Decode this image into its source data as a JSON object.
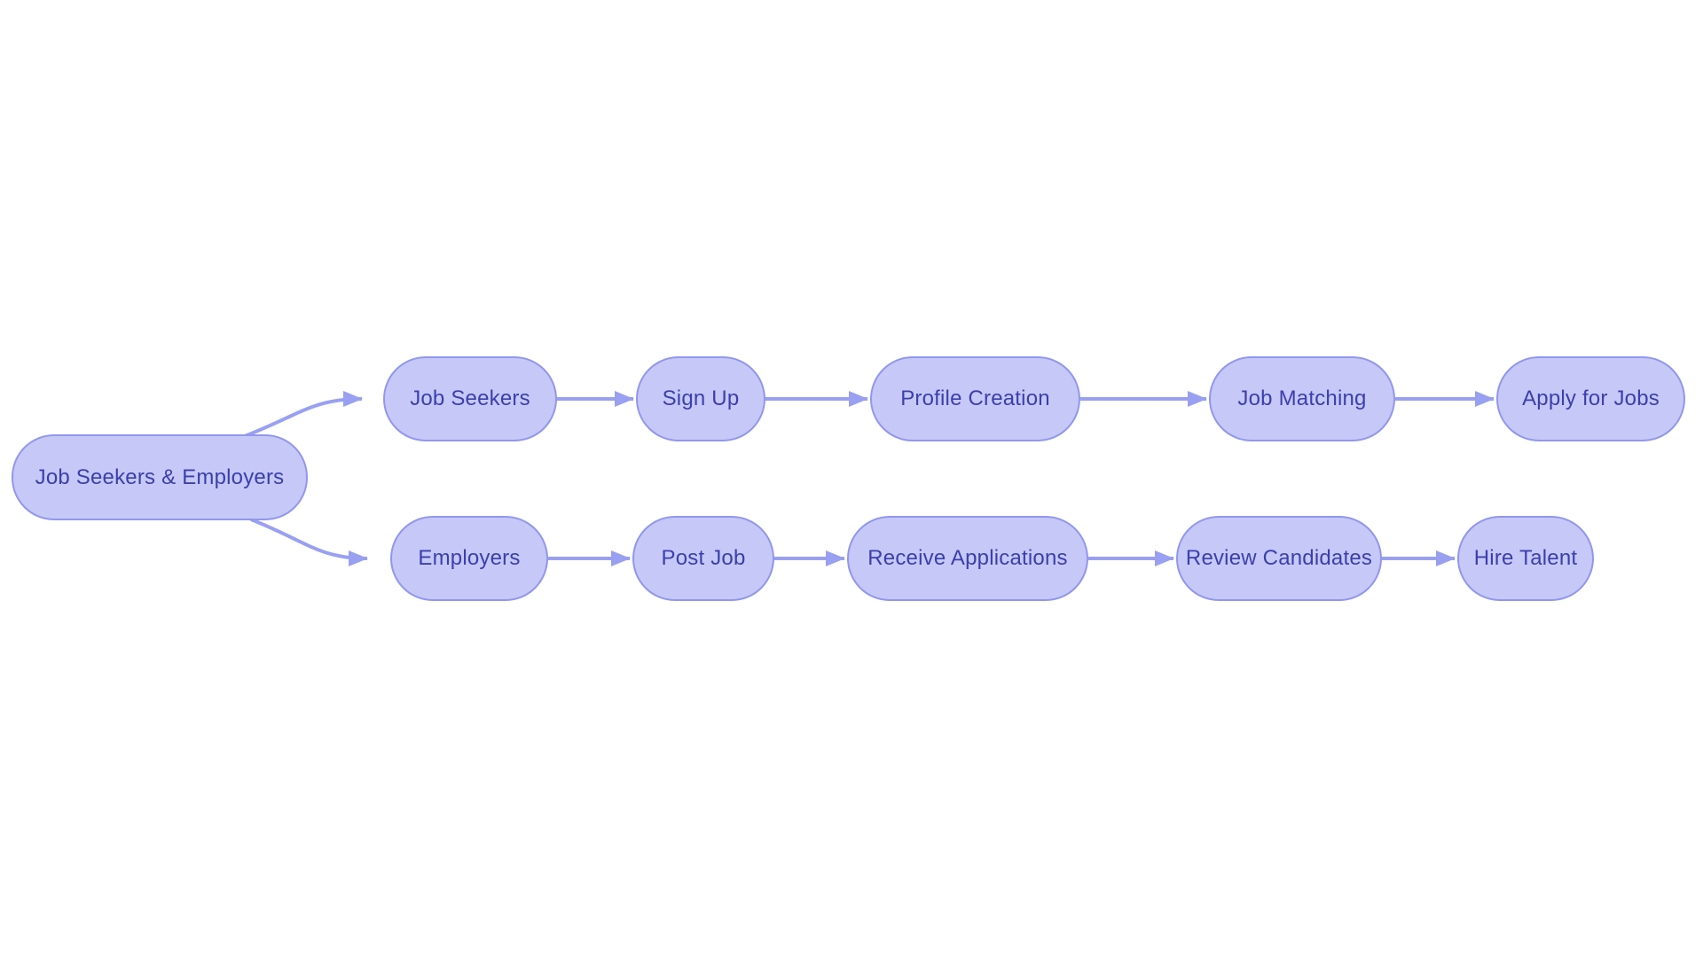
{
  "colors": {
    "background": "#ffffff",
    "node_fill": "#c6c8f7",
    "node_border": "#9197ee",
    "node_text": "#3b3fae",
    "edge": "#99a0f2"
  },
  "nodes": {
    "root": {
      "label": "Job Seekers & Employers"
    },
    "job_seekers": {
      "label": "Job Seekers"
    },
    "sign_up": {
      "label": "Sign Up"
    },
    "profile_creation": {
      "label": "Profile Creation"
    },
    "job_matching": {
      "label": "Job Matching"
    },
    "apply_for_jobs": {
      "label": "Apply for Jobs"
    },
    "employers": {
      "label": "Employers"
    },
    "post_job": {
      "label": "Post Job"
    },
    "receive_applications": {
      "label": "Receive Applications"
    },
    "review_candidates": {
      "label": "Review Candidates"
    },
    "hire_talent": {
      "label": "Hire Talent"
    }
  },
  "edges": [
    {
      "from": "Job Seekers & Employers",
      "to": "Job Seekers"
    },
    {
      "from": "Job Seekers & Employers",
      "to": "Employers"
    },
    {
      "from": "Job Seekers",
      "to": "Sign Up"
    },
    {
      "from": "Sign Up",
      "to": "Profile Creation"
    },
    {
      "from": "Profile Creation",
      "to": "Job Matching"
    },
    {
      "from": "Job Matching",
      "to": "Apply for Jobs"
    },
    {
      "from": "Employers",
      "to": "Post Job"
    },
    {
      "from": "Post Job",
      "to": "Receive Applications"
    },
    {
      "from": "Receive Applications",
      "to": "Review Candidates"
    },
    {
      "from": "Review Candidates",
      "to": "Hire Talent"
    }
  ]
}
